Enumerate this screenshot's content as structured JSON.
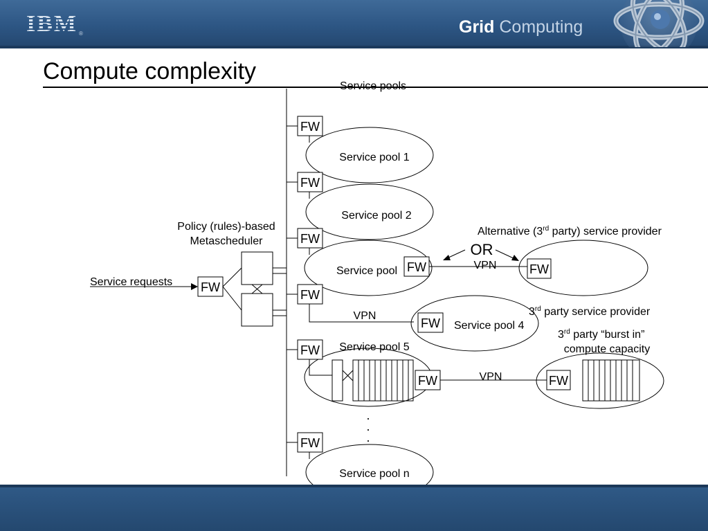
{
  "header": {
    "logo": "IBM",
    "logo_mark": "®",
    "brand_bold": "Grid",
    "brand_light": "Computing",
    "globe_icon": "wireframe-globe-icon"
  },
  "slide": {
    "title": "Compute complexity"
  },
  "colors": {
    "header_blue": "#2d5684",
    "footer_blue": "#2a5280",
    "line": "#000000"
  },
  "diagram": {
    "service_pools_label": "Service pools",
    "metascheduler_line1": "Policy (rules)-based",
    "metascheduler_line2": "Metascheduler",
    "service_requests": "Service requests",
    "fw": "FW",
    "pools": {
      "p1": "Service pool 1",
      "p2": "Service pool 2",
      "p3": "Service pool",
      "p4": "Service pool 4",
      "p5": "Service pool 5",
      "pn": "Service pool n"
    },
    "or_label": "OR",
    "vpn": "VPN",
    "third_party": {
      "alt_pre": "Alternative (3",
      "rd": "rd",
      "alt_post": " party) service provider",
      "provider_pre": "3",
      "provider_post": " party service provider",
      "burst_pre": "3",
      "burst_post": " party “burst in”",
      "burst_line2": "compute capacity"
    },
    "ellipsis_dots": [
      "·",
      "·",
      "·"
    ]
  }
}
